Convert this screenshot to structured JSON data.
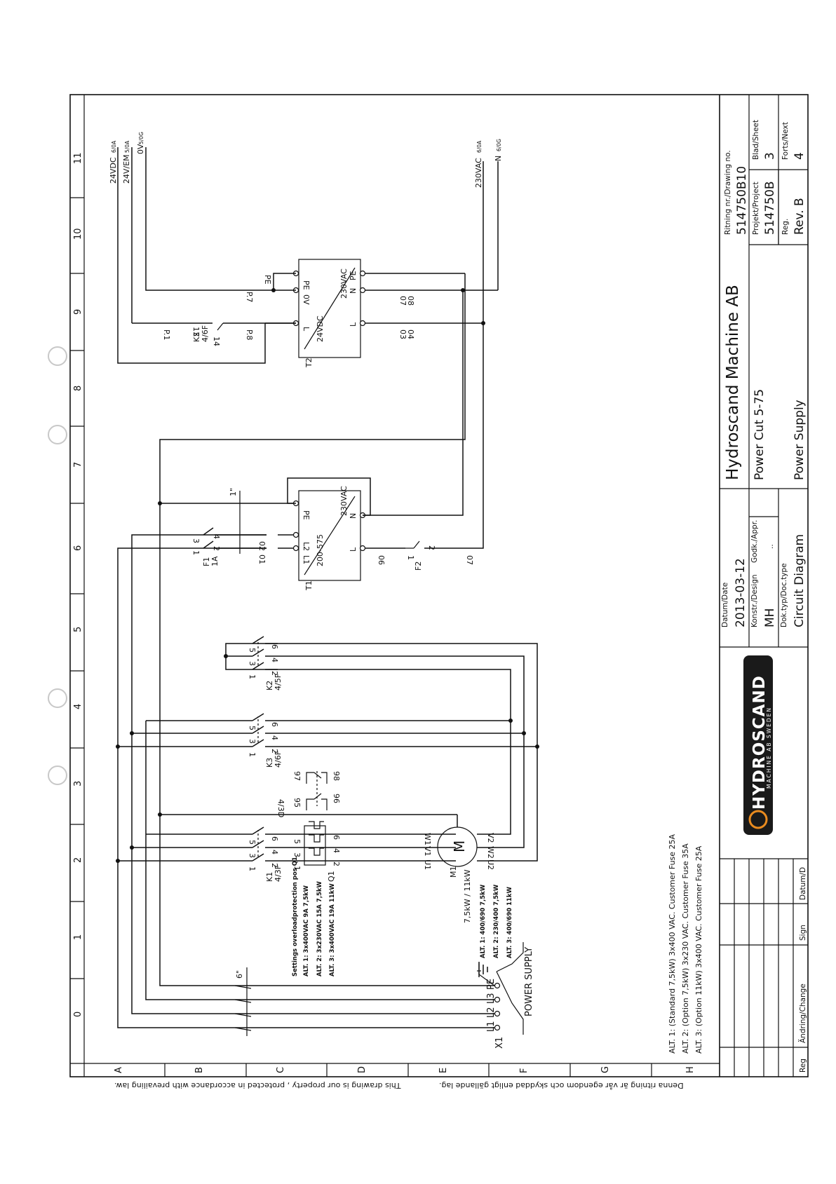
{
  "legal_notice": {
    "line1": "This drawing is our property , protected in accordance with prevailing law.",
    "line2": "Denna ritning är vår egendom och skyddad enligt gällande lag."
  },
  "grid": {
    "columns": [
      "0",
      "1",
      "2",
      "3",
      "4",
      "5",
      "6",
      "7",
      "8",
      "9",
      "10",
      "11"
    ],
    "rows": [
      "A",
      "B",
      "C",
      "D",
      "E",
      "F",
      "G",
      "H"
    ]
  },
  "title_block": {
    "date_label": "Datum/Date",
    "date_value": "2013-03-12",
    "design_label": "Konstr./Design",
    "design_value": "MH",
    "appr_label": "Godk./Appr.",
    "appr_value": "..",
    "doctype_label": "Dok.typ/Doc.type",
    "doctype_value": "Circuit Diagram",
    "company": "Hydroscand Machine AB",
    "product": "Power Cut 5-75",
    "subject": "Power Supply",
    "drawing_no_label": "Ritning nr./Drawing no.",
    "drawing_no_value": "514750B10",
    "project_label": "Projekt/Project",
    "project_value": "514750B",
    "sheet_label": "Blad/Sheet",
    "sheet_value": "3",
    "reg_label": "Reg.",
    "reg_value": "Rev. B",
    "next_label": "Forts/Next",
    "next_value": "4",
    "logo_text": "HYDROSCAND",
    "logo_subtext": "MACHINE AB SWEDEN",
    "rev_headers": {
      "reg": "Reg",
      "change": "Ändring/Change",
      "sign": "Sign",
      "date": "Datum/D"
    }
  },
  "notes": {
    "alt1": "ALT. 1: (Standard 7,5kW) 3x400 VAC. Customer Fuse 25A",
    "alt2": "ALT. 2: (Option 7,5kW) 3x230 VAC. Customer Fuse 35A",
    "alt3": "ALT. 3: (Option 11kW) 3x400 VAC. Customer Fuse 25A"
  },
  "overload_settings": {
    "title": "Settings overloadprotection pos Q1",
    "alt1": "ALT. 1: 3x400VAC 9A 7,5kW",
    "alt2": "ALT. 2: 3x230VAC 15A 7,5kW",
    "alt3": "ALT. 3: 3x400VAC 19A 11kW"
  },
  "motor_rating": {
    "title": "7,5kW / 11kW",
    "alt1": "ALT. 1: 400/690 7,5kW",
    "alt2": "ALT. 2: 230/400 7,5kW",
    "alt3": "ALT. 3: 400/690 11kW"
  },
  "supply": {
    "label": "POWER SUPPLY",
    "terminal": "X1",
    "lines": [
      "L1",
      "L2",
      "L3",
      "PE"
    ],
    "cable": "6\""
  },
  "components": {
    "q1": "Q1",
    "q1_terms": [
      "1",
      "2",
      "3",
      "4",
      "5",
      "6"
    ],
    "k1": "K1",
    "k1_ref": "4/3F",
    "k3": "K3",
    "k3_ref": "4/6F",
    "k2": "K2",
    "k2_ref": "4/5F",
    "contact_terms": [
      "1",
      "2",
      "3",
      "4",
      "5",
      "6"
    ],
    "aux_ref": "4/3D",
    "aux_terms": [
      "95",
      "96",
      "97",
      "98"
    ],
    "m1": "M1",
    "motor_symbol": "M",
    "motor_terms": [
      "U1",
      "V1",
      "W1",
      "U2",
      "V2",
      "W2"
    ],
    "f1": "F1",
    "f1_rating": "1A",
    "f1_terms": [
      "1",
      "2",
      "3",
      "4"
    ],
    "f2": "F2",
    "f2_terms": [
      "1",
      "2"
    ],
    "t1": "T1",
    "t1_in": "200-575",
    "t1_out": "230VAC",
    "t1_terms": [
      "L1",
      "L2",
      "L",
      "N",
      "PE"
    ],
    "t1_cable": "1\"",
    "t2": "T2",
    "t2_in": "230VAC",
    "t2_out": "24VDC",
    "t2_terms": [
      "L",
      "N",
      "PE",
      "L",
      "0V",
      "PE"
    ],
    "k3b": "K3",
    "k3b_ref": "4/6F",
    "k3b_terms": [
      "13",
      "14"
    ]
  },
  "wires": [
    "01",
    "02",
    "06",
    "07",
    "03",
    "04",
    "07",
    "08"
  ],
  "pins": [
    "P.1",
    "P.8",
    "P.7"
  ],
  "outputs": {
    "v24": "24VDC",
    "v24_ref": "6/0A",
    "v24em": "24V/EM",
    "v24em_ref": "5/0A",
    "ov": "0V",
    "ov_ref": "5/0G",
    "v230": "230VAC",
    "v230_ref": "6/0A",
    "n": "N",
    "n_ref": "6/0G"
  }
}
